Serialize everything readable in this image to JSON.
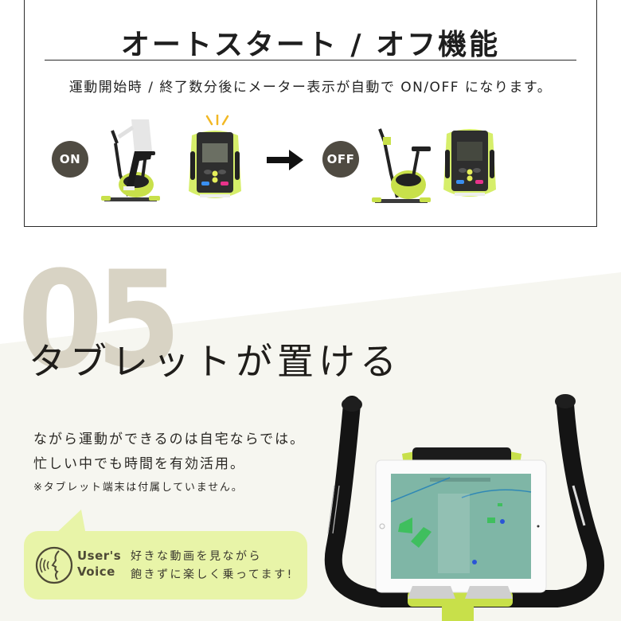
{
  "feature_box": {
    "title": "オートスタート / オフ機能",
    "description": "運動開始時 / 終了数分後にメーター表示が自動で ON/OFF になります。",
    "states": [
      {
        "label": "ON",
        "icon": "bike-with-rider-icon",
        "console": "console-display-lit-icon"
      },
      {
        "label": "OFF",
        "icon": "bike-empty-icon",
        "console": "console-display-off-icon"
      }
    ],
    "arrow_icon": "arrow-right-icon"
  },
  "section": {
    "number": "05",
    "title": "タブレットが置ける",
    "body_lines": [
      "ながら運動ができるのは自宅ならでは。",
      "忙しい中でも時間を有効活用。"
    ],
    "note": "※タブレット端末は付属していません。"
  },
  "user_voice": {
    "label_line1": "User's",
    "label_line2": "Voice",
    "quote_line1": "好きな動画を見ながら",
    "quote_line2": "飽きずに楽しく乗ってます!",
    "icon": "speaking-head-icon"
  },
  "colors": {
    "accent_lime": "#c8e04a",
    "badge": "#4f4b42",
    "number_beige": "#d8d3c4",
    "bubble": "#e8f4a8",
    "bg_offwhite": "#f6f6f0"
  }
}
